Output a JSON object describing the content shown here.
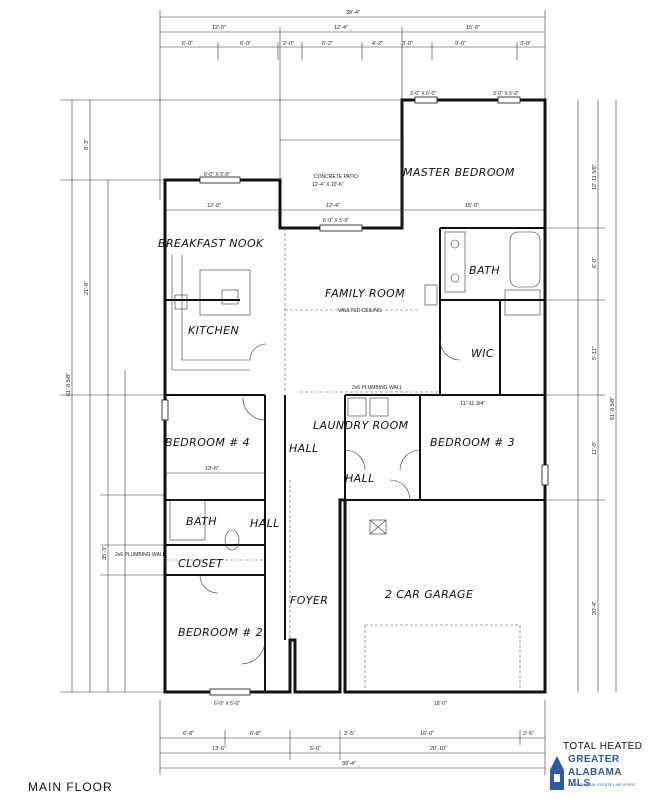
{
  "plan": {
    "title": "MAIN FLOOR",
    "total_heated_label": "TOTAL HEATED",
    "rooms": {
      "master_bedroom": "MASTER BEDROOM",
      "breakfast_nook": "BREAKFAST NOOK",
      "kitchen": "KITCHEN",
      "family_room": "FAMILY ROOM",
      "bath_master": "BATH",
      "wic": "WIC",
      "bedroom4": "BEDROOM # 4",
      "laundry": "LAUNDRY ROOM",
      "bedroom3": "BEDROOM # 3",
      "hall1": "HALL",
      "hall2": "HALL",
      "hall3": "HALL",
      "bath2": "BATH",
      "closet": "CLOSET",
      "garage": "2 CAR GARAGE",
      "foyer": "FOYER",
      "bedroom2": "BEDROOM # 2"
    },
    "notes": {
      "patio1": "CONCRETE PATIO",
      "patio2": "12'-4\" X 10'-6\"",
      "vaulted": "VAULTED CEILING",
      "plumb1": "2x6 PLUMBING WALL",
      "plumb2": "2x6 PLUMBING WALL"
    },
    "top_dims": {
      "overall": "39'-4\"",
      "row2": [
        "12'-0\"",
        "12'-4\"",
        "15'-0\""
      ],
      "row3": [
        "6'-0\"",
        "6'-0\"",
        "2'-0\"",
        "6'-2\"",
        "4'-2\"",
        "3'-0\"",
        "9'-0\"",
        "3'-0\""
      ]
    },
    "bottom_dims": {
      "row1": [
        "6'-8\"",
        "6'-8\"",
        "2'-5\"",
        "16'-0\"",
        "2'-5\""
      ],
      "row2": [
        "13'-6\"",
        "5'-0\"",
        "20'-10\""
      ],
      "overall": "39'-4\""
    },
    "left_dims": {
      "overall": "61'-8 5/8\"",
      "row": [
        "8'-3\"",
        "21'-8\"",
        "35'-3\""
      ]
    },
    "right_dims": {
      "row": [
        "12'-11 5/8\"",
        "6'-0\"",
        "5'-11\"",
        "11'-0\"",
        "20'-4\""
      ],
      "overall": "61'-8 5/8\""
    },
    "interior_dims": {
      "nook_w": "12'-0\"",
      "family_w": "12'-4\"",
      "master_w": "15'-0\"",
      "bed4_w": "13'-6\"",
      "bed3_w": "11'-11 3/4\"",
      "window1": "6'-0\" X 5'-0\"",
      "window2": "6'-0\" X 5'-0\"",
      "window3": "3'-0\" X 5'-0\"",
      "window4": "3'-0\" X 5'-0\"",
      "window5": "6'-0\" X 5'-0\"",
      "garage_door": "16'-0\""
    }
  },
  "logo": {
    "line1": "GREATER",
    "line2": "ALABAMA MLS",
    "tagline": "SEARCH REAL ESTATE LIKE A PRO"
  }
}
